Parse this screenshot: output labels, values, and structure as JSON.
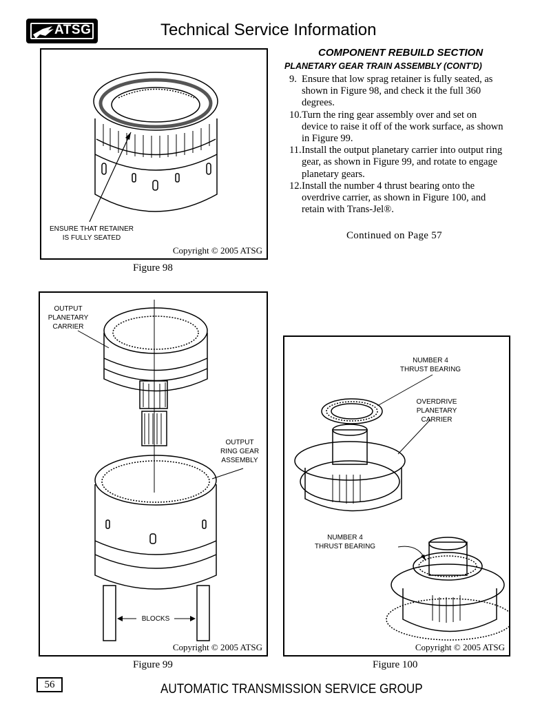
{
  "header": {
    "logo_text": "ATSG",
    "title": "Technical Service Information"
  },
  "section": {
    "heading": "COMPONENT REBUILD SECTION",
    "subheading": "PLANETARY GEAR TRAIN ASSEMBLY (CONT'D)"
  },
  "steps": [
    {
      "num": "9.",
      "text": "Ensure that low sprag retainer is fully seated, as shown in Figure 98, and check it the full 360 degrees."
    },
    {
      "num": "10.",
      "text": "Turn the ring gear assembly over and set on device to raise it off of the work surface, as shown in Figure 99."
    },
    {
      "num": "11.",
      "text": "Install the output planetary carrier into output ring gear, as shown in Figure 99, and rotate to engage planetary gears."
    },
    {
      "num": "12.",
      "text": "Install the number 4 thrust bearing onto the overdrive carrier, as shown in Figure 100, and retain with Trans-Jel®."
    }
  ],
  "continued": "Continued on Page 57",
  "figure98": {
    "label_line1": "ENSURE THAT RETAINER",
    "label_line2": "IS FULLY SEATED",
    "copyright": "Copyright © 2005 ATSG",
    "caption": "Figure 98"
  },
  "figure99": {
    "label_carrier_1": "OUTPUT",
    "label_carrier_2": "PLANETARY",
    "label_carrier_3": "CARRIER",
    "label_ring_1": "OUTPUT",
    "label_ring_2": "RING GEAR",
    "label_ring_3": "ASSEMBLY",
    "label_blocks": "BLOCKS",
    "copyright": "Copyright © 2005 ATSG",
    "caption": "Figure 99"
  },
  "figure100": {
    "label_bearing_top_1": "NUMBER 4",
    "label_bearing_top_2": "THRUST BEARING",
    "label_od_1": "OVERDRIVE",
    "label_od_2": "PLANETARY",
    "label_od_3": "CARRIER",
    "label_bearing_bot_1": "NUMBER 4",
    "label_bearing_bot_2": "THRUST BEARING",
    "copyright": "Copyright © 2005 ATSG",
    "caption": "Figure 100"
  },
  "footer": {
    "page_number": "56",
    "text": "AUTOMATIC TRANSMISSION SERVICE GROUP"
  }
}
